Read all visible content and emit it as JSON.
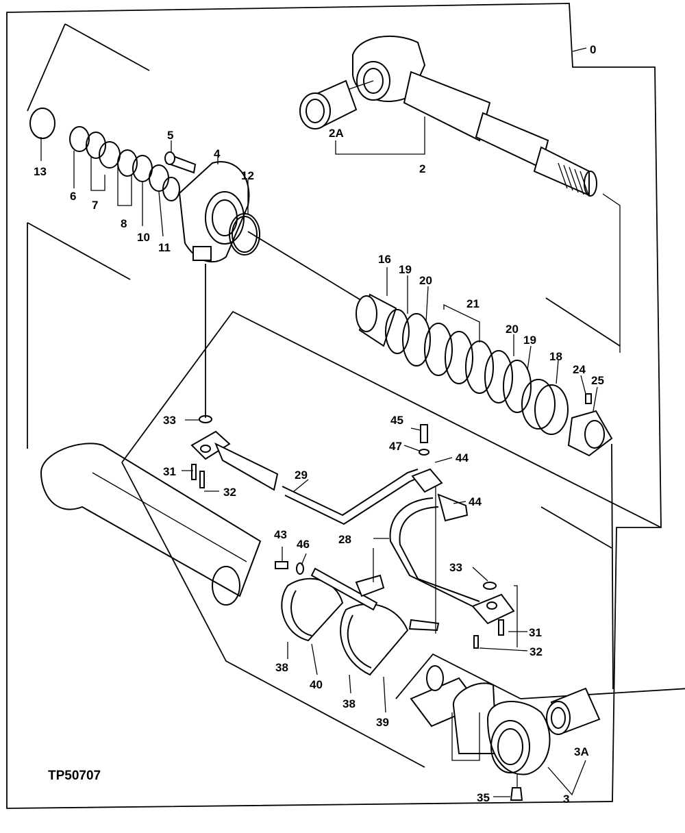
{
  "diagram": {
    "reference": "TP50707",
    "callouts": [
      "0",
      "2",
      "2A",
      "3",
      "3A",
      "4",
      "5",
      "6",
      "7",
      "8",
      "10",
      "11",
      "12",
      "13",
      "16",
      "18",
      "19",
      "19",
      "20",
      "20",
      "21",
      "24",
      "25",
      "28",
      "29",
      "31",
      "31",
      "32",
      "32",
      "33",
      "33",
      "35",
      "38",
      "38",
      "39",
      "40",
      "43",
      "44",
      "44",
      "45",
      "46",
      "47"
    ]
  }
}
